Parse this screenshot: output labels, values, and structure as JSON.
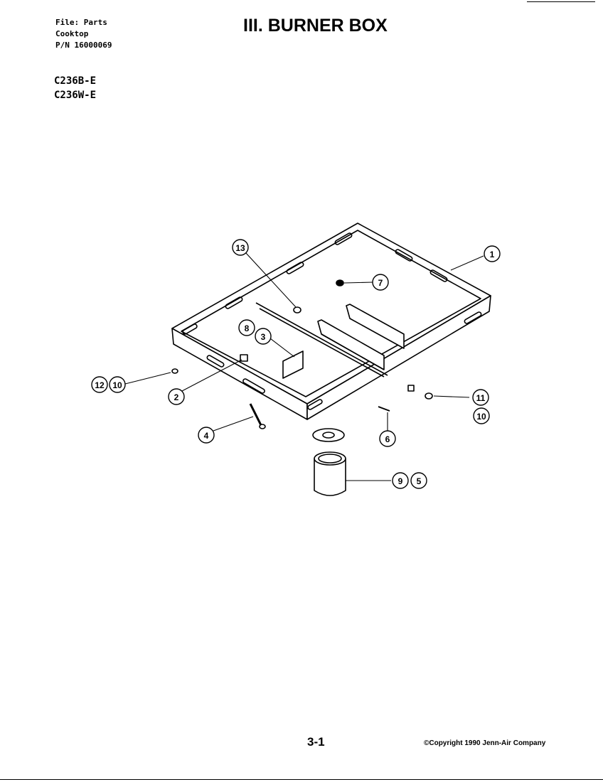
{
  "header": {
    "file_line": "File: Parts",
    "product_line": "Cooktop",
    "pn_line": "P/N 16000069",
    "title": "III. BURNER BOX"
  },
  "models": [
    "C236B-E",
    "C236W-E"
  ],
  "callouts": {
    "c1": "1",
    "c2": "2",
    "c3": "3",
    "c4": "4",
    "c5": "5",
    "c6": "6",
    "c7": "7",
    "c8": "8",
    "c9": "9",
    "c10a": "10",
    "c10b": "10",
    "c11": "11",
    "c12": "12",
    "c13": "13"
  },
  "footer": {
    "page_number": "3-1",
    "copyright": "©Copyright 1990 Jenn-Air Company"
  }
}
